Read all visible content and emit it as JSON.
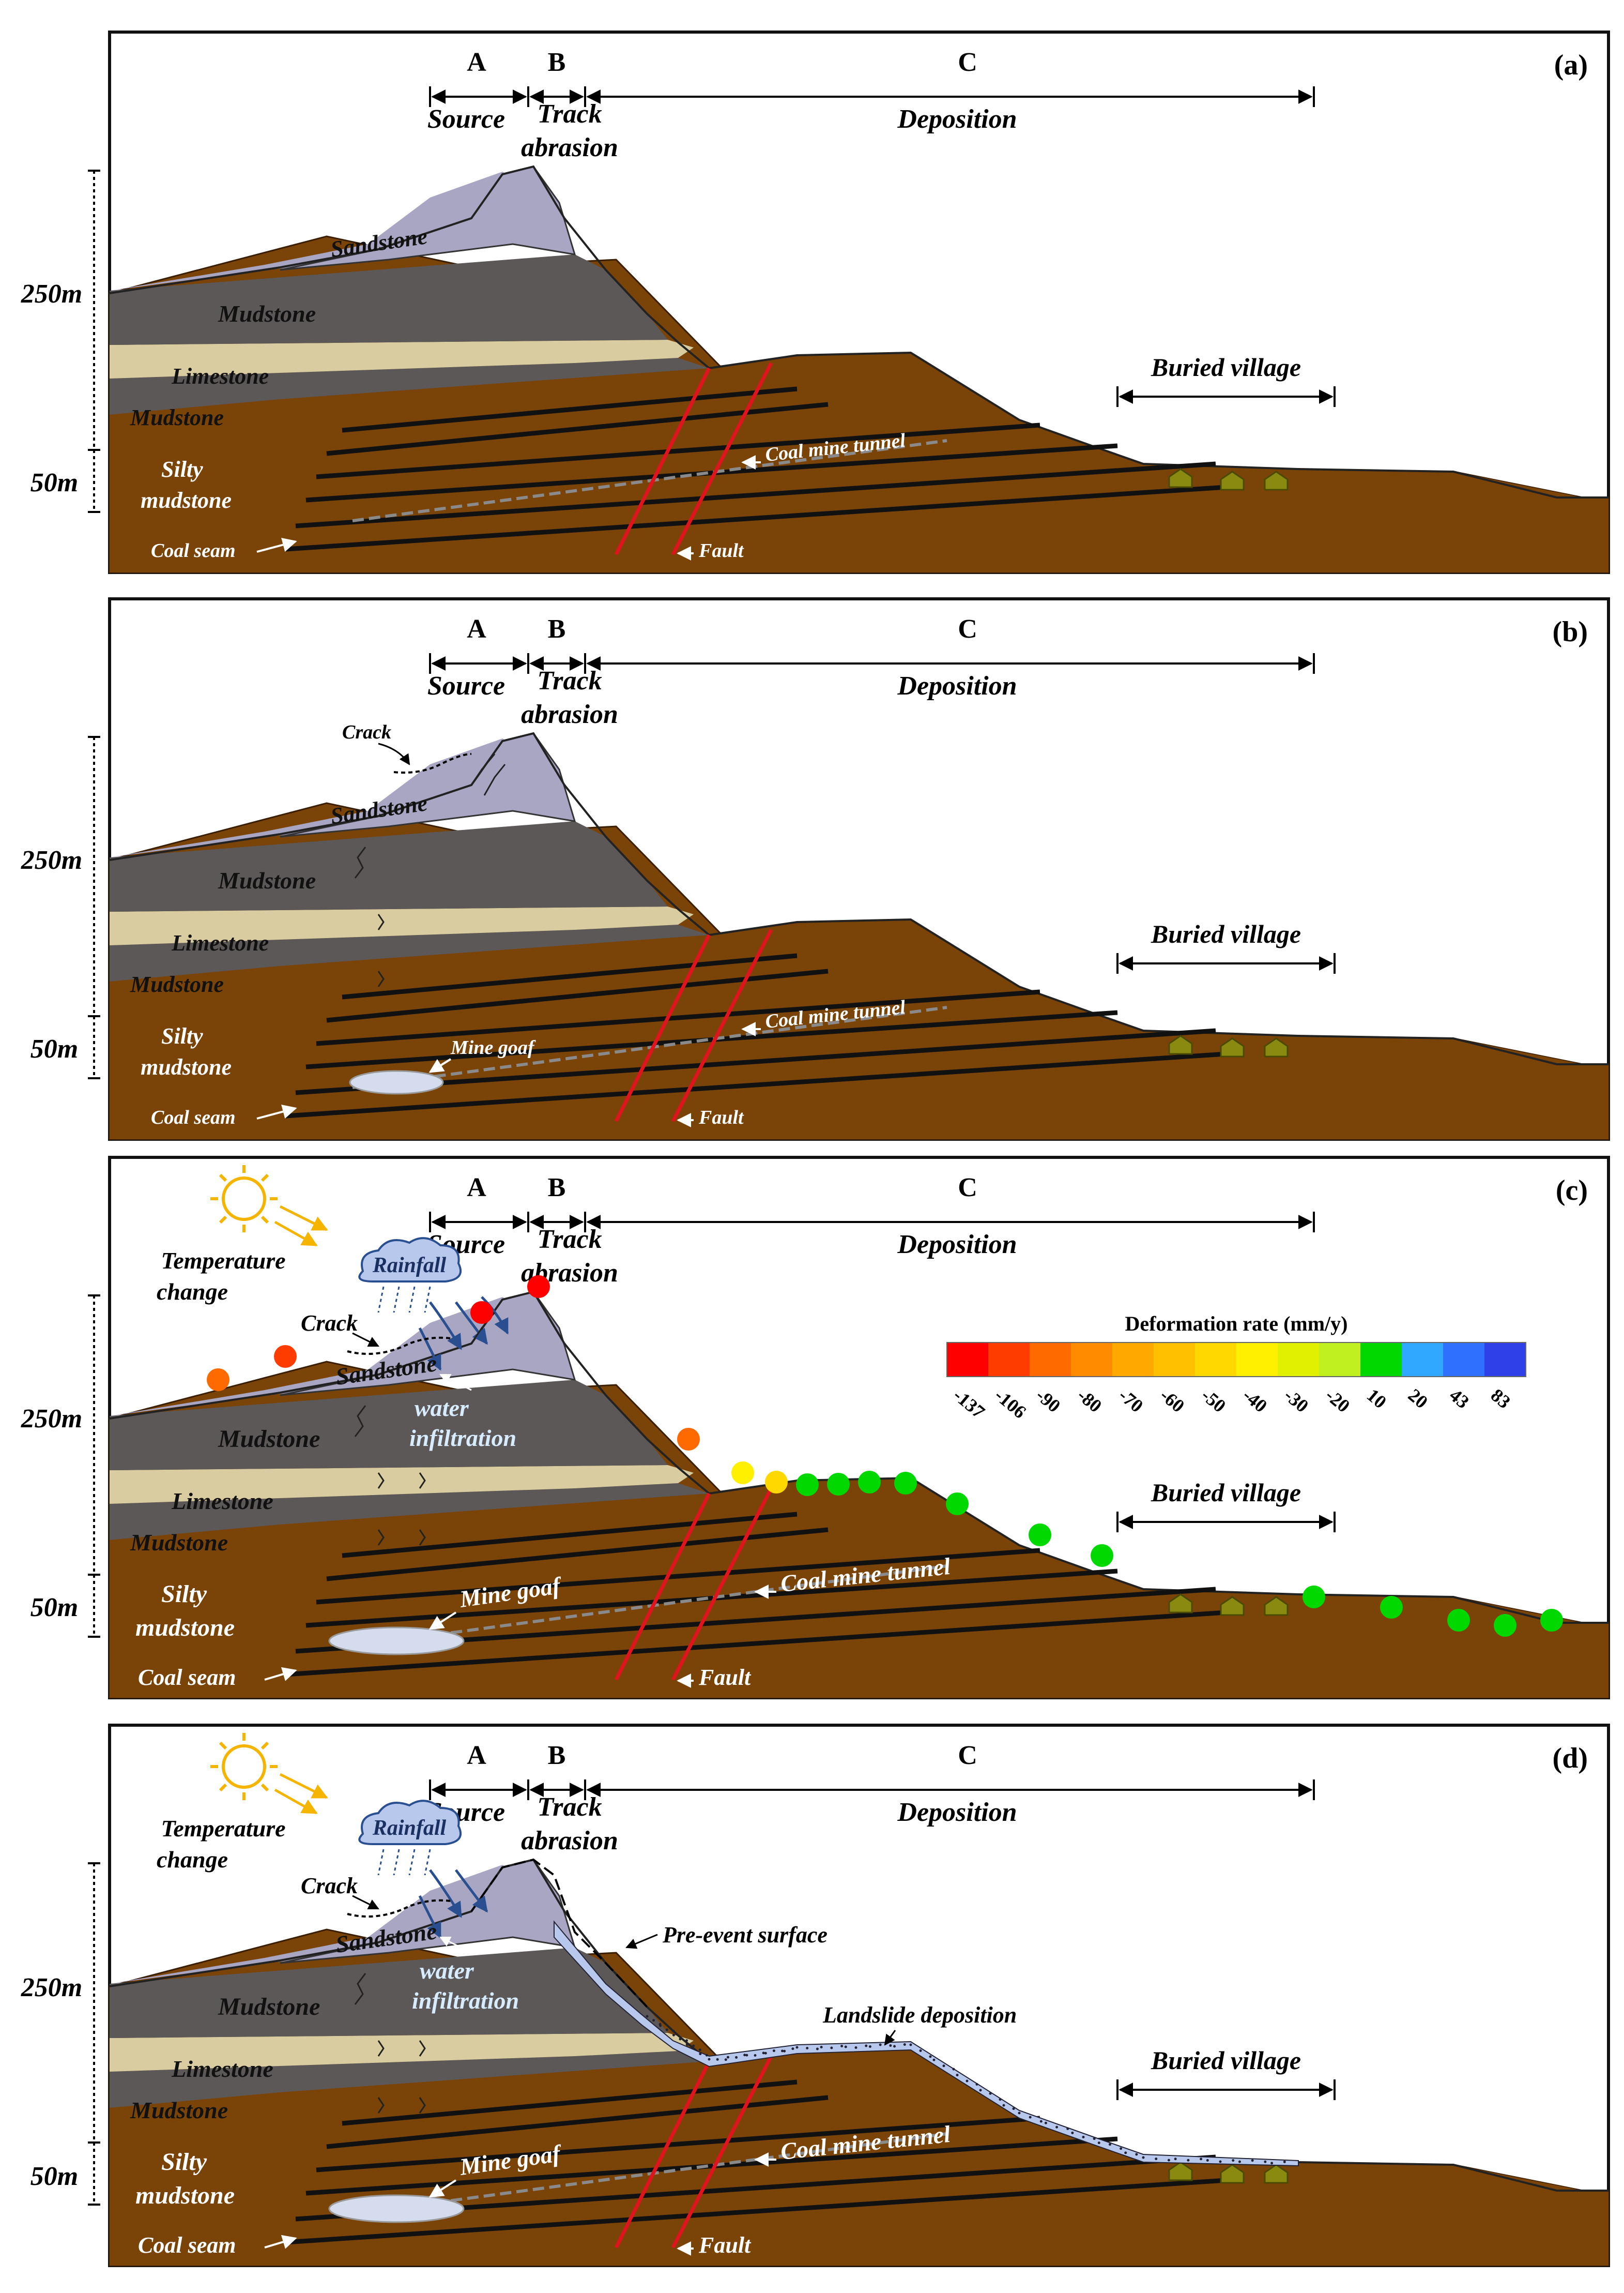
{
  "panels": [
    {
      "id": "a",
      "label": "(a)",
      "scale_top": "250m",
      "scale_bottom": "50m"
    },
    {
      "id": "b",
      "label": "(b)",
      "scale_top": "250m",
      "scale_bottom": "50m"
    },
    {
      "id": "c",
      "label": "(c)",
      "scale_top": "250m",
      "scale_bottom": "50m"
    },
    {
      "id": "d",
      "label": "(d)",
      "scale_top": "250m",
      "scale_bottom": "50m"
    }
  ],
  "zones": {
    "a_letter": "A",
    "b_letter": "B",
    "c_letter": "C",
    "a_name": "Source",
    "b_name_1": "Track",
    "b_name_2": "abrasion",
    "c_name": "Deposition"
  },
  "layers": {
    "sandstone": "Sandstone",
    "mudstone": "Mudstone",
    "limestone": "Limestone",
    "silty_1": "Silty",
    "silty_2": "mudstone",
    "coal_seam": "Coal seam",
    "fault": "Fault",
    "coal_mine_tunnel": "Coal mine tunnel"
  },
  "annotations": {
    "buried_village": "Buried village",
    "crack": "Crack",
    "mine_goaf": "Mine goaf",
    "temperature_1": "Temperature",
    "temperature_2": "change",
    "rainfall": "Rainfall",
    "water_1": "water",
    "water_2": "infiltration",
    "pre_event_surface": "Pre-event surface",
    "landslide_deposition": "Landslide deposition"
  },
  "legend": {
    "title": "Deformation rate (mm/y)",
    "bins": [
      {
        "label": "-137",
        "color": "#ff0000"
      },
      {
        "label": "-106",
        "color": "#ff3c00"
      },
      {
        "label": "-90",
        "color": "#ff6a00"
      },
      {
        "label": "-80",
        "color": "#ff8c00"
      },
      {
        "label": "-70",
        "color": "#ffa800"
      },
      {
        "label": "-60",
        "color": "#ffc000"
      },
      {
        "label": "-50",
        "color": "#ffd800"
      },
      {
        "label": "-40",
        "color": "#fff000"
      },
      {
        "label": "-30",
        "color": "#e0f000"
      },
      {
        "label": "-20",
        "color": "#c0f020"
      },
      {
        "label": "10",
        "color": "#00d800"
      },
      {
        "label": "20",
        "color": "#30a8ff"
      },
      {
        "label": "43",
        "color": "#3070ff"
      },
      {
        "label": "83",
        "color": "#3040e8"
      }
    ]
  },
  "colors": {
    "sandstone": "#a9a6c4",
    "mudstone": "#5c5858",
    "limestone": "#d8cca0",
    "silty_mudstone": "#7a4308",
    "fault": "#e0141c",
    "goaf": "#d4dcee",
    "deposit": "#b8c8ec",
    "sun": "#f4b400"
  }
}
